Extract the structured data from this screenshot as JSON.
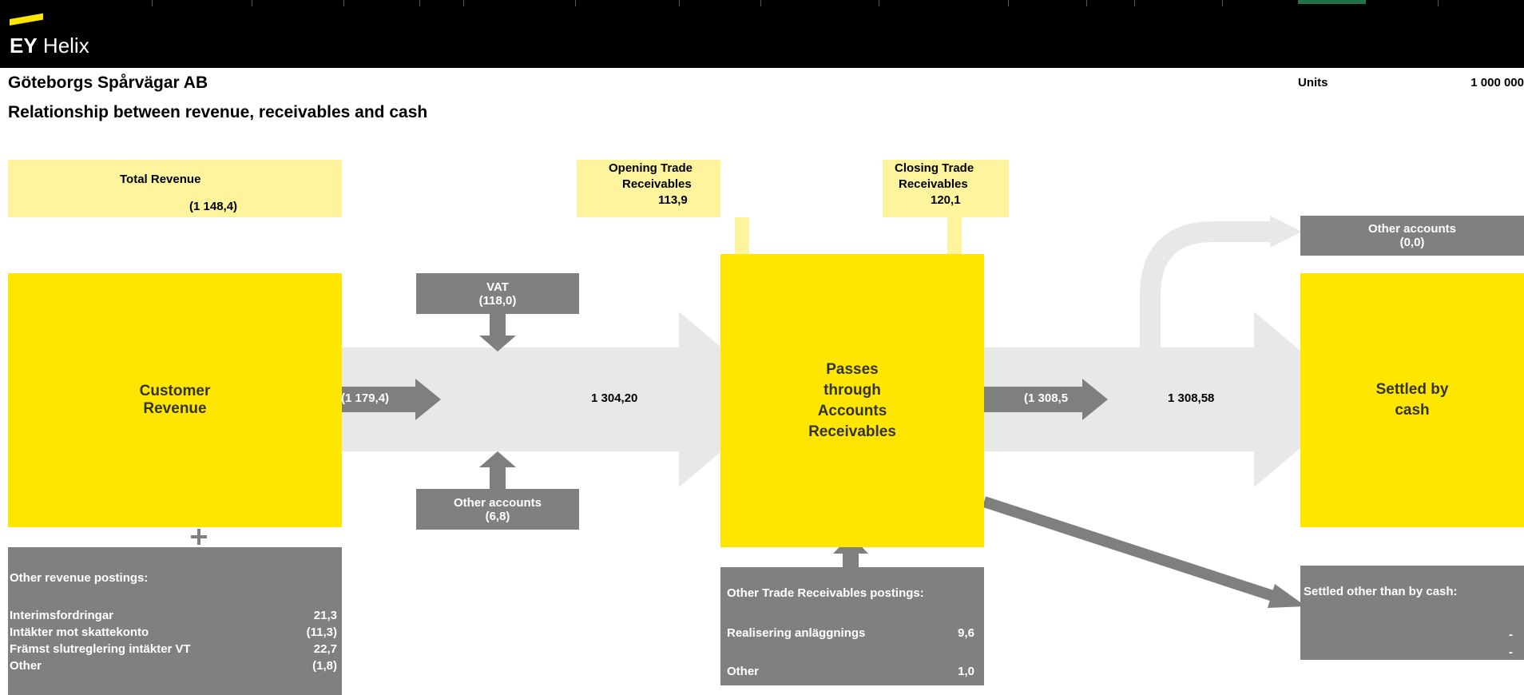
{
  "header": {
    "brand_ey": "EY",
    "brand_helix": "Helix",
    "company": "Göteborgs Spårvägar AB",
    "subtitle": "Relationship between revenue, receivables and cash",
    "units_label": "Units",
    "units_value": "1 000 000"
  },
  "colors": {
    "yellow": "#ffe600",
    "light_yellow": "#fff49e",
    "grey_box": "#808080",
    "grey_arrow": "#e8e8e8",
    "dark_arrow": "#7f7f7f"
  },
  "total_revenue": {
    "label": "Total Revenue",
    "value": "(1 148,4)"
  },
  "opening_tr": {
    "label_1": "Opening Trade",
    "label_2": "Receivables",
    "value": "113,9"
  },
  "closing_tr": {
    "label_1": "Closing Trade",
    "label_2": "Receivables",
    "value": "120,1"
  },
  "customer_revenue": {
    "line_1": "Customer",
    "line_2": "Revenue"
  },
  "vat": {
    "label": "VAT",
    "value": "(118,0)"
  },
  "other_accounts_left": {
    "label": "Other accounts",
    "value": "(6,8)"
  },
  "flow1_arrow_value": "(1 179,4)",
  "flow1_total": "1 304,20",
  "accounts_receivable": {
    "line_1": "Passes",
    "line_2": "through",
    "line_3": "Accounts",
    "line_4": "Receivables"
  },
  "flow2_arrow_value": "(1 308,5",
  "flow2_total": "1 308,58",
  "other_accounts_right": {
    "label": "Other accounts",
    "value": "(0,0)"
  },
  "settled_cash": {
    "line_1": "Settled by",
    "line_2": "cash"
  },
  "other_revenue_postings": {
    "title": "Other revenue postings:",
    "rows": [
      {
        "label": "Interimsfordringar",
        "value": "21,3"
      },
      {
        "label": "Intäkter mot skattekonto",
        "value": "(11,3)"
      },
      {
        "label": "Främst slutreglering intäkter VT",
        "value": "22,7"
      },
      {
        "label": "Other",
        "value": "(1,8)"
      }
    ]
  },
  "other_tr_postings": {
    "title": "Other Trade Receivables postings:",
    "rows": [
      {
        "label": "Realisering anläggnings",
        "value": "9,6"
      },
      {
        "label": "Other",
        "value": "1,0"
      }
    ]
  },
  "settled_other": {
    "title": "Settled other than by cash:",
    "rows": [
      {
        "label": "",
        "value": "-"
      },
      {
        "label": "",
        "value": "-"
      }
    ]
  }
}
